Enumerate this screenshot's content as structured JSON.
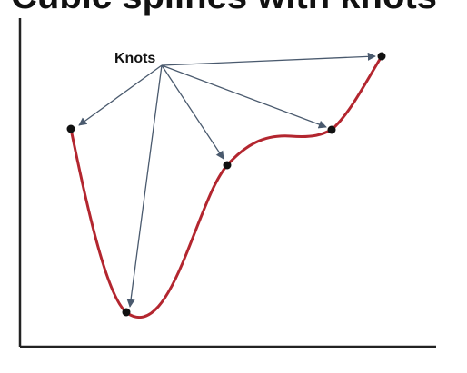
{
  "title": "Cubic splines with knots",
  "label": "Knots",
  "colors": {
    "curve": "#b3262f",
    "arrow": "#4a5a6e",
    "axis": "#222222",
    "knot": "#111111"
  },
  "knot_count": 5
}
